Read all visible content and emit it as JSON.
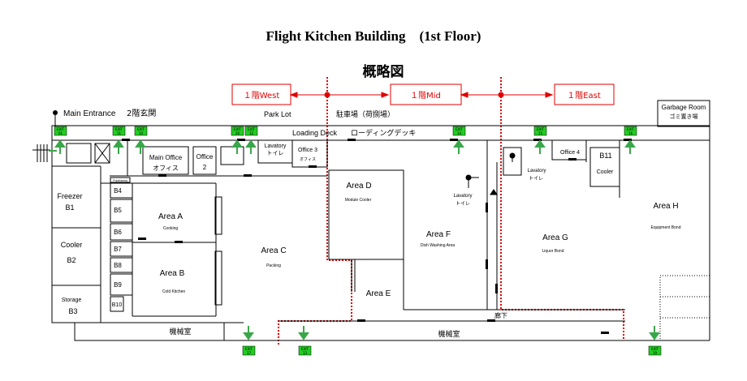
{
  "title": "Flight Kitchen Building　(1st Floor)",
  "overview": "概略図",
  "zones": [
    {
      "label": "１階West"
    },
    {
      "label": "１階Mid"
    },
    {
      "label": "１階East"
    }
  ],
  "labels": {
    "main_entrance": "Main Entrance",
    "main_entrance_jp": "2階玄関",
    "park_lot": "Park Lot",
    "park_lot_jp": "駐車場（荷捌場）",
    "loading_deck": "Loading Deck",
    "loading_deck_jp": "ローディングデッキ",
    "garbage_room": "Garbage Room",
    "garbage_room_jp": "ゴミ置き場",
    "main_office": "Main Office",
    "main_office_jp": "オフィス",
    "office2": "Office",
    "office2_num": "2",
    "lavatory1": "Lavatory",
    "lavatory1_jp": "トイレ",
    "office3": "Office 3",
    "office3_jp": "オフィス",
    "freezer": "Freezer",
    "freezer_b": "B1",
    "cooler2": "Cooler",
    "cooler2_b": "B2",
    "storage": "Storage",
    "storage_b": "B3",
    "purchasing": "Purchasing",
    "b4": "B4",
    "b5": "B5",
    "b6": "B6",
    "b7": "B7",
    "b8": "B8",
    "b9": "B9",
    "b10": "B10",
    "area_a": "Area A",
    "area_a_sub": "Cooking",
    "area_b": "Area B",
    "area_b_sub": "Cold Kitchen",
    "area_c": "Area C",
    "area_c_sub": "Packing",
    "area_d": "Area D",
    "area_d_sub": "Module Cooler",
    "area_e": "Area E",
    "area_f": "Area F",
    "area_f_sub": "Dish Washing Area",
    "area_g": "Area G",
    "area_g_sub": "Liquor Bond",
    "area_h": "Area H",
    "area_h_sub": "Equipment Bond",
    "lavatory2": "Lavatory",
    "lavatory2_jp": "トイレ",
    "lavatory3": "Lavatory",
    "lavatory3_jp": "トイレ",
    "office4": "Office 4",
    "b11": "B11",
    "b11_cooler": "Cooler",
    "machine_room1": "機械室",
    "machine_room2": "機械室",
    "corridor": "廊下"
  },
  "exits": [
    {
      "label": "EXIT",
      "num": "01"
    },
    {
      "label": "EXIT",
      "num": "11"
    },
    {
      "label": "EXIT",
      "num": "10"
    },
    {
      "label": "EXIT",
      "num": "20"
    },
    {
      "label": "EXIT",
      "num": "12"
    },
    {
      "label": "EXIT",
      "num": "14"
    },
    {
      "label": "EXIT",
      "num": "15"
    },
    {
      "label": "EXIT",
      "num": "16"
    },
    {
      "label": "EXIT",
      "num": "17"
    },
    {
      "label": "EXIT",
      "num": "13"
    },
    {
      "label": "EXIT",
      "num": "19"
    }
  ],
  "colors": {
    "zone_red": "#e00000",
    "exit_green": "#22cc22",
    "arrow_green": "#3aa64a",
    "wall": "#000000"
  }
}
